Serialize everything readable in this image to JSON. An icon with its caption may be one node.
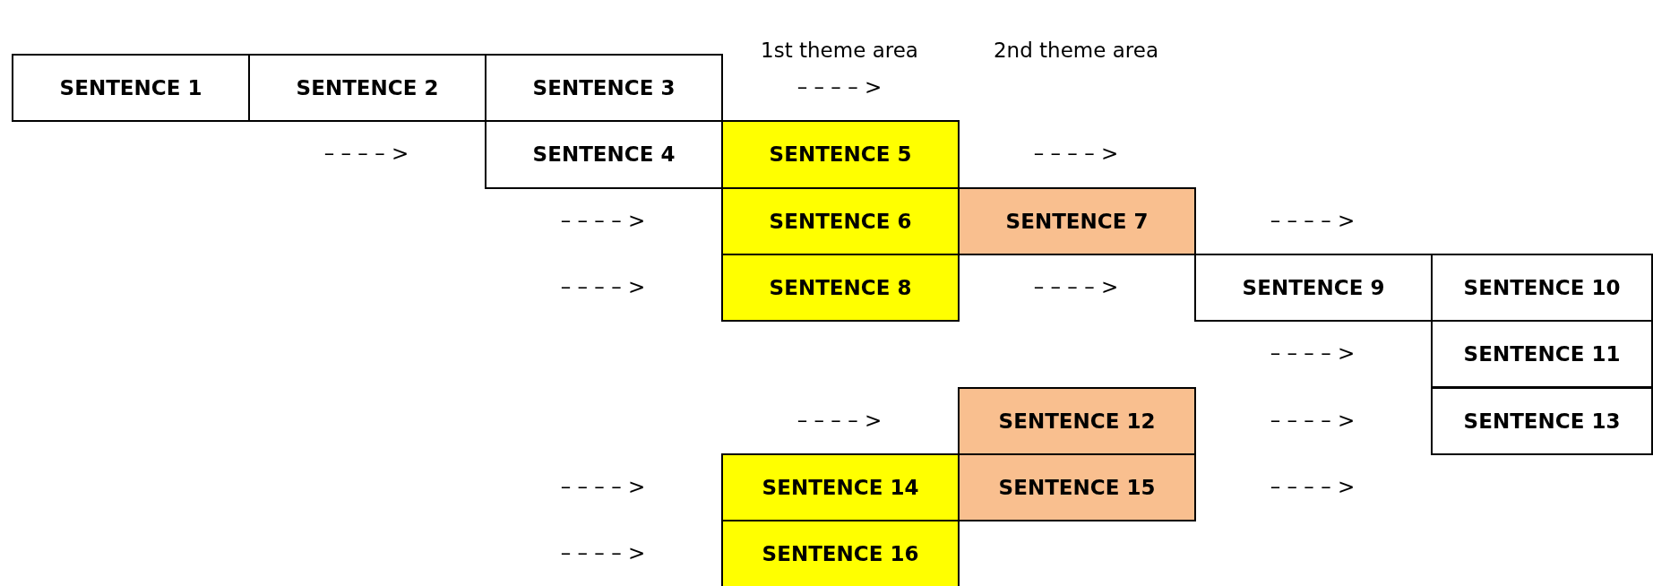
{
  "diagram": {
    "nodes": [
      {
        "text": [
          "SENTENCE 1"
        ]
      },
      {
        "text": [
          "SENTENCE 2"
        ]
      },
      {
        "text": [
          "SENTENCE 3"
        ]
      },
      {
        "text": [
          "SENTENCE 4"
        ]
      },
      {
        "text": [
          "SENTENCE 5"
        ]
      },
      {
        "text": [
          "SENTENCE 6"
        ]
      },
      {
        "text": [
          "SENTENCE 7"
        ]
      },
      {
        "text": [
          "SENTENCE 8"
        ]
      },
      {
        "text": [
          "SENTENCE 9"
        ]
      },
      {
        "text": [
          "SENTENCE 10"
        ]
      },
      {
        "text": [
          "SENTENCE 11"
        ]
      },
      {
        "text": [
          "SENTENCE 12"
        ]
      },
      {
        "text": [
          "SENTENCE 13"
        ]
      },
      {
        "text": [
          "SENTENCE 14"
        ]
      },
      {
        "text": [
          "SENTENCE 15"
        ]
      },
      {
        "text": [
          "SENTENCE 16"
        ]
      }
    ],
    "labels": [
      "1st theme area",
      "2nd theme area",
      "– – – – >",
      "– – – – >",
      "– – – – >",
      "– – – – >",
      "– – – – >",
      "– – – – >",
      "– – – – >",
      "– – – – >",
      "– – – – >",
      "– – – – >",
      "– – – – >",
      "– – – – >",
      "– – – – >"
    ]
  }
}
